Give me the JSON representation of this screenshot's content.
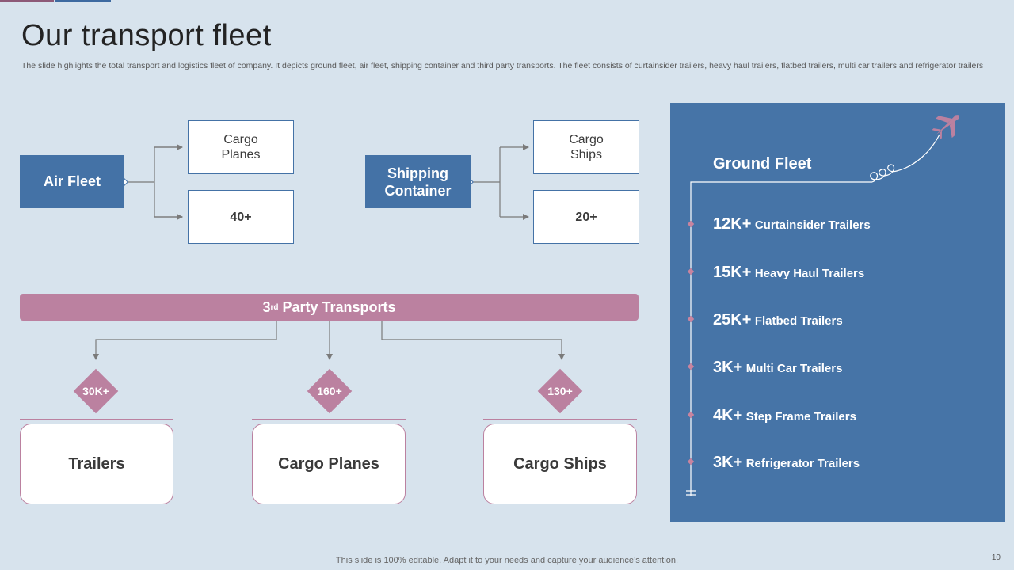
{
  "header": {
    "title": "Our transport fleet",
    "description": "The slide highlights the total transport and logistics fleet of company. It depicts ground fleet, air fleet, shipping container and third party transports. The fleet consists of curtainsider trailers, heavy haul trailers, flatbed trailers, multi car trailers and refrigerator trailers"
  },
  "air_fleet": {
    "label": "Air Fleet",
    "type_label_line1": "Cargo",
    "type_label_line2": "Planes",
    "count": "40+"
  },
  "shipping": {
    "label_line1": "Shipping",
    "label_line2": "Container",
    "type_label_line1": "Cargo",
    "type_label_line2": "Ships",
    "count": "20+"
  },
  "third_party": {
    "label_prefix": "3",
    "label_sup": "rd",
    "label_rest": " Party Transports",
    "items": [
      {
        "count": "30K+",
        "label": "Trailers"
      },
      {
        "count": "160+",
        "label": "Cargo Planes"
      },
      {
        "count": "130+",
        "label": "Cargo Ships"
      }
    ]
  },
  "ground_fleet": {
    "title": "Ground Fleet",
    "items": [
      {
        "count": "12K+",
        "label": "Curtainsider Trailers"
      },
      {
        "count": "15K+",
        "label": "Heavy Haul Trailers"
      },
      {
        "count": "25K+",
        "label": "Flatbed Trailers"
      },
      {
        "count": "3K+",
        "label": "Multi Car Trailers"
      },
      {
        "count": "4K+",
        "label": "Step Frame Trailers"
      },
      {
        "count": "3K+",
        "label": "Refrigerator Trailers"
      }
    ]
  },
  "footer": {
    "note": "This slide is 100% editable. Adapt it to your needs and capture your audience’s attention.",
    "page_number": "10"
  },
  "colors": {
    "background": "#d7e3ed",
    "blue": "#4472a6",
    "mauve": "#bb81a0"
  },
  "icons": [
    "airplane-icon"
  ]
}
